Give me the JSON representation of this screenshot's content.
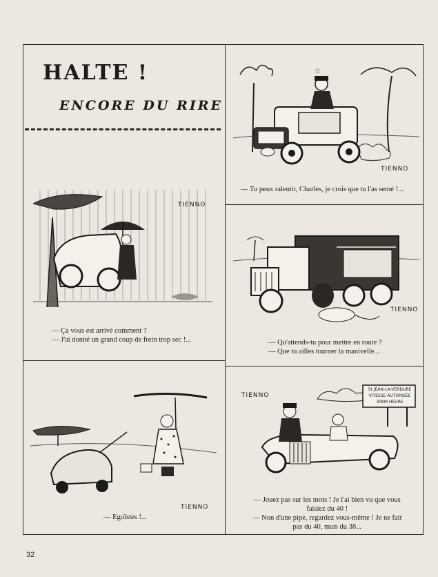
{
  "header": {
    "title": "HALTE !",
    "subtitle": "ENCORE DU RIRE"
  },
  "cartoons": [
    {
      "signature": "TIENNO",
      "caption_lines": [
        "— Tu peux ralentir, Charles, je crois que tu l'as semé !..."
      ]
    },
    {
      "signature": "TIENNO",
      "caption_lines": [
        "— Ça vous est arrivé comment ?",
        "— J'ai donné un grand coup de frein trop sec !..."
      ]
    },
    {
      "signature": "TIENNO",
      "caption_lines": [
        "— Qu'attends-tu pour mettre en route ?",
        "— Que tu ailles tourner la manivelle..."
      ]
    },
    {
      "signature": "TIENNO",
      "caption_lines": [
        "— Egoïstes !..."
      ]
    },
    {
      "signature": "TIENNO",
      "sign_lines": [
        "St JEAN-LA-VERDURE",
        "VITESSE AUTORISÉE",
        "30KM HEURE"
      ],
      "caption_lines": [
        "— Jouez pas sur les mots ! Je l'ai bien vu que vous",
        "faisiez du 40 !",
        "— Non d'une pipe, regardez vous-même ! Je ne fait",
        "pas du 40, mais du 38..."
      ]
    }
  ],
  "page_number": "32"
}
